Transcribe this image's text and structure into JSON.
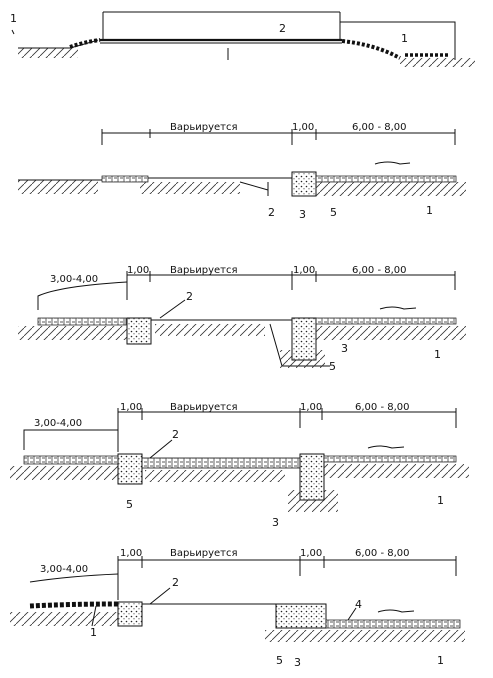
{
  "sections": [
    {
      "id": "s1",
      "labels": {
        "l1a": "1",
        "l2": "2",
        "l1b": "1"
      }
    },
    {
      "id": "s2",
      "dims": {
        "var": "Варьируется",
        "d1": "1,00",
        "d68": "6,00 - 8,00"
      },
      "labels": {
        "l2": "2",
        "l3": "3",
        "l5": "5",
        "l1": "1"
      }
    },
    {
      "id": "s3",
      "dims": {
        "d34": "3,00-4,00",
        "d1a": "1,00",
        "var": "Варьируется",
        "d1b": "1,00",
        "d68": "6,00 - 8,00"
      },
      "labels": {
        "l2": "2",
        "l3": "3",
        "l5": "5",
        "l1": "1"
      }
    },
    {
      "id": "s4",
      "dims": {
        "d34": "3,00-4,00",
        "d1a": "1,00",
        "var": "Варьируется",
        "d1b": "1,00",
        "d68": "6,00 - 8,00"
      },
      "labels": {
        "l2": "2",
        "l5": "5",
        "l3": "3",
        "l1": "1"
      }
    },
    {
      "id": "s5",
      "dims": {
        "d34": "3,00-4,00",
        "d1a": "1,00",
        "var": "Варьируется",
        "d1b": "1,00",
        "d68": "6,00 - 8,00"
      },
      "labels": {
        "l2": "2",
        "l4": "4",
        "l1a": "1",
        "l5": "5",
        "l3": "3",
        "l1b": "1"
      }
    }
  ]
}
